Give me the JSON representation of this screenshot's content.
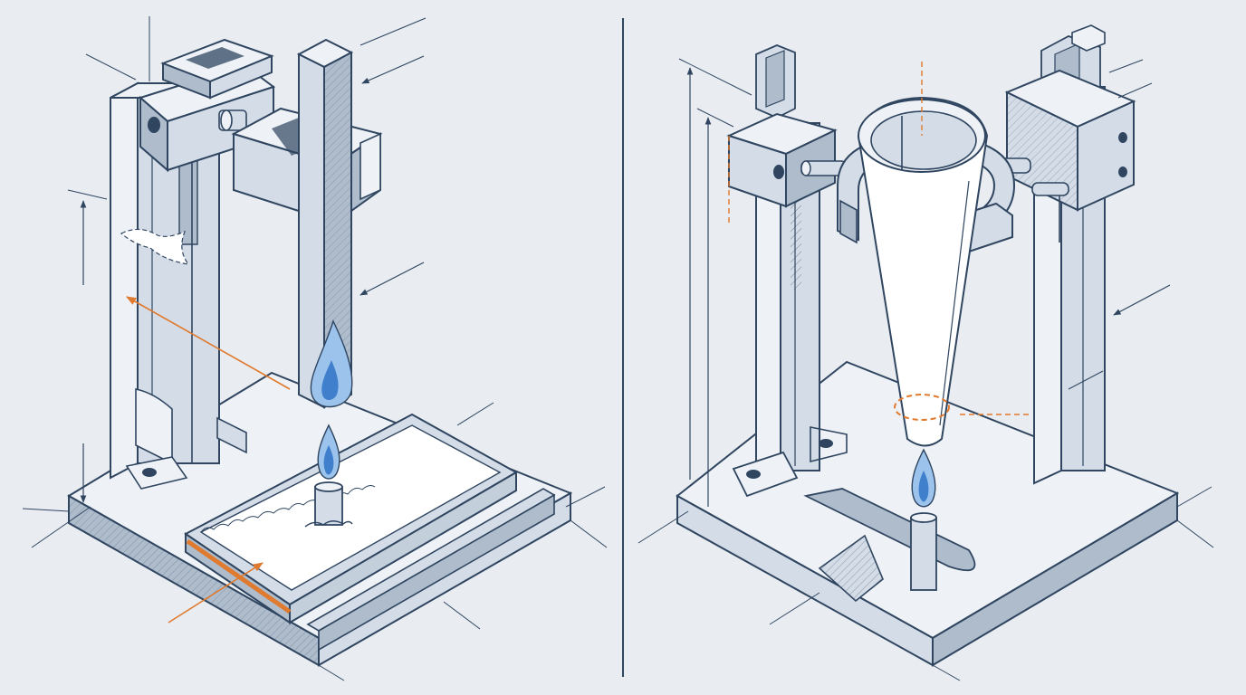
{
  "figure": {
    "panels": [
      {
        "id": "left",
        "parts": [
          "vertical-column",
          "top-bracket",
          "swivel-clamp",
          "rod",
          "rod-flame",
          "burner",
          "burner-flame",
          "wicking-tray",
          "tray-rail",
          "base-plate"
        ]
      },
      {
        "id": "right",
        "parts": [
          "left-column",
          "right-column",
          "left-bracket",
          "right-bracket",
          "ring-holder",
          "cone",
          "burner",
          "burner-flame",
          "base-plate",
          "burner-slot"
        ]
      }
    ],
    "colors": {
      "background": "#e9edf1",
      "line": "#2f4560",
      "face_light": "#eef2f6",
      "face_mid": "#d4dde7",
      "face_dark": "#aebccc",
      "accent": "#e07a2e",
      "flame_outer": "#9cc3ec",
      "flame_inner": "#3f7fcb",
      "pad": "#ffffff"
    },
    "icons": [
      "arrow-icon",
      "flame-icon",
      "dimension-line-icon"
    ]
  }
}
